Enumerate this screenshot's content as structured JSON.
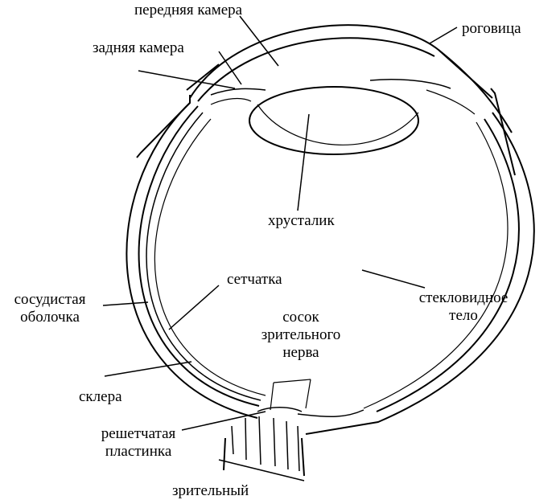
{
  "labels": {
    "anterior_chamber": "передняя камера",
    "posterior_chamber": "задняя камера",
    "cornea": "роговица",
    "lens": "хрусталик",
    "retina": "сетчатка",
    "vitreous_line1": "стекловидное",
    "vitreous_line2": "тело",
    "choroid_line1": "сосудистая",
    "choroid_line2": "оболочка",
    "disc_line1": "сосок",
    "disc_line2": "зрительного",
    "disc_line3": "нерва",
    "sclera": "склера",
    "lamina_line1": "решетчатая",
    "lamina_line2": "пластинка",
    "optic": "зрительный"
  },
  "colors": {
    "stroke": "#000000",
    "background": "#ffffff"
  }
}
